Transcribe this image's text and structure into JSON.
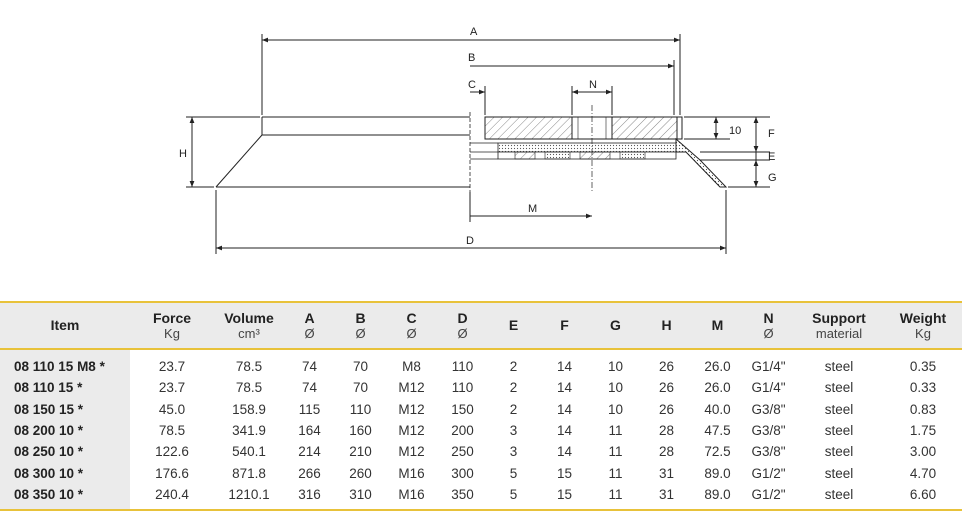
{
  "drawing": {
    "labels": {
      "A": "A",
      "B": "B",
      "C": "C",
      "N": "N",
      "H": "H",
      "F": "F",
      "E": "E",
      "G": "G",
      "M": "M",
      "D": "D",
      "ten": "10"
    }
  },
  "table": {
    "headers": [
      {
        "main": "Item",
        "sub": ""
      },
      {
        "main": "Force",
        "sub": "Kg"
      },
      {
        "main": "Volume",
        "sub": "cm³"
      },
      {
        "main": "A",
        "sub": "Ø"
      },
      {
        "main": "B",
        "sub": "Ø"
      },
      {
        "main": "C",
        "sub": "Ø"
      },
      {
        "main": "D",
        "sub": "Ø"
      },
      {
        "main": "E",
        "sub": ""
      },
      {
        "main": "F",
        "sub": ""
      },
      {
        "main": "G",
        "sub": ""
      },
      {
        "main": "H",
        "sub": ""
      },
      {
        "main": "M",
        "sub": ""
      },
      {
        "main": "N",
        "sub": "Ø"
      },
      {
        "main": "Support",
        "sub": "material"
      },
      {
        "main": "Weight",
        "sub": "Kg"
      }
    ],
    "rows": [
      [
        "08 110 15 M8 *",
        "23.7",
        "78.5",
        "74",
        "70",
        "M8",
        "110",
        "2",
        "14",
        "10",
        "26",
        "26.0",
        "G1/4\"",
        "steel",
        "0.35"
      ],
      [
        "08 110 15 *",
        "23.7",
        "78.5",
        "74",
        "70",
        "M12",
        "110",
        "2",
        "14",
        "10",
        "26",
        "26.0",
        "G1/4\"",
        "steel",
        "0.33"
      ],
      [
        "08 150 15 *",
        "45.0",
        "158.9",
        "115",
        "110",
        "M12",
        "150",
        "2",
        "14",
        "10",
        "26",
        "40.0",
        "G3/8\"",
        "steel",
        "0.83"
      ],
      [
        "08 200 10 *",
        "78.5",
        "341.9",
        "164",
        "160",
        "M12",
        "200",
        "3",
        "14",
        "11",
        "28",
        "47.5",
        "G3/8\"",
        "steel",
        "1.75"
      ],
      [
        "08 250 10 *",
        "122.6",
        "540.1",
        "214",
        "210",
        "M12",
        "250",
        "3",
        "14",
        "11",
        "28",
        "72.5",
        "G3/8\"",
        "steel",
        "3.00"
      ],
      [
        "08 300 10 *",
        "176.6",
        "871.8",
        "266",
        "260",
        "M16",
        "300",
        "5",
        "15",
        "11",
        "31",
        "89.0",
        "G1/2\"",
        "steel",
        "4.70"
      ],
      [
        "08 350 10 *",
        "240.4",
        "1210.1",
        "316",
        "310",
        "M16",
        "350",
        "5",
        "15",
        "11",
        "31",
        "89.0",
        "G1/2\"",
        "steel",
        "6.60"
      ]
    ]
  }
}
